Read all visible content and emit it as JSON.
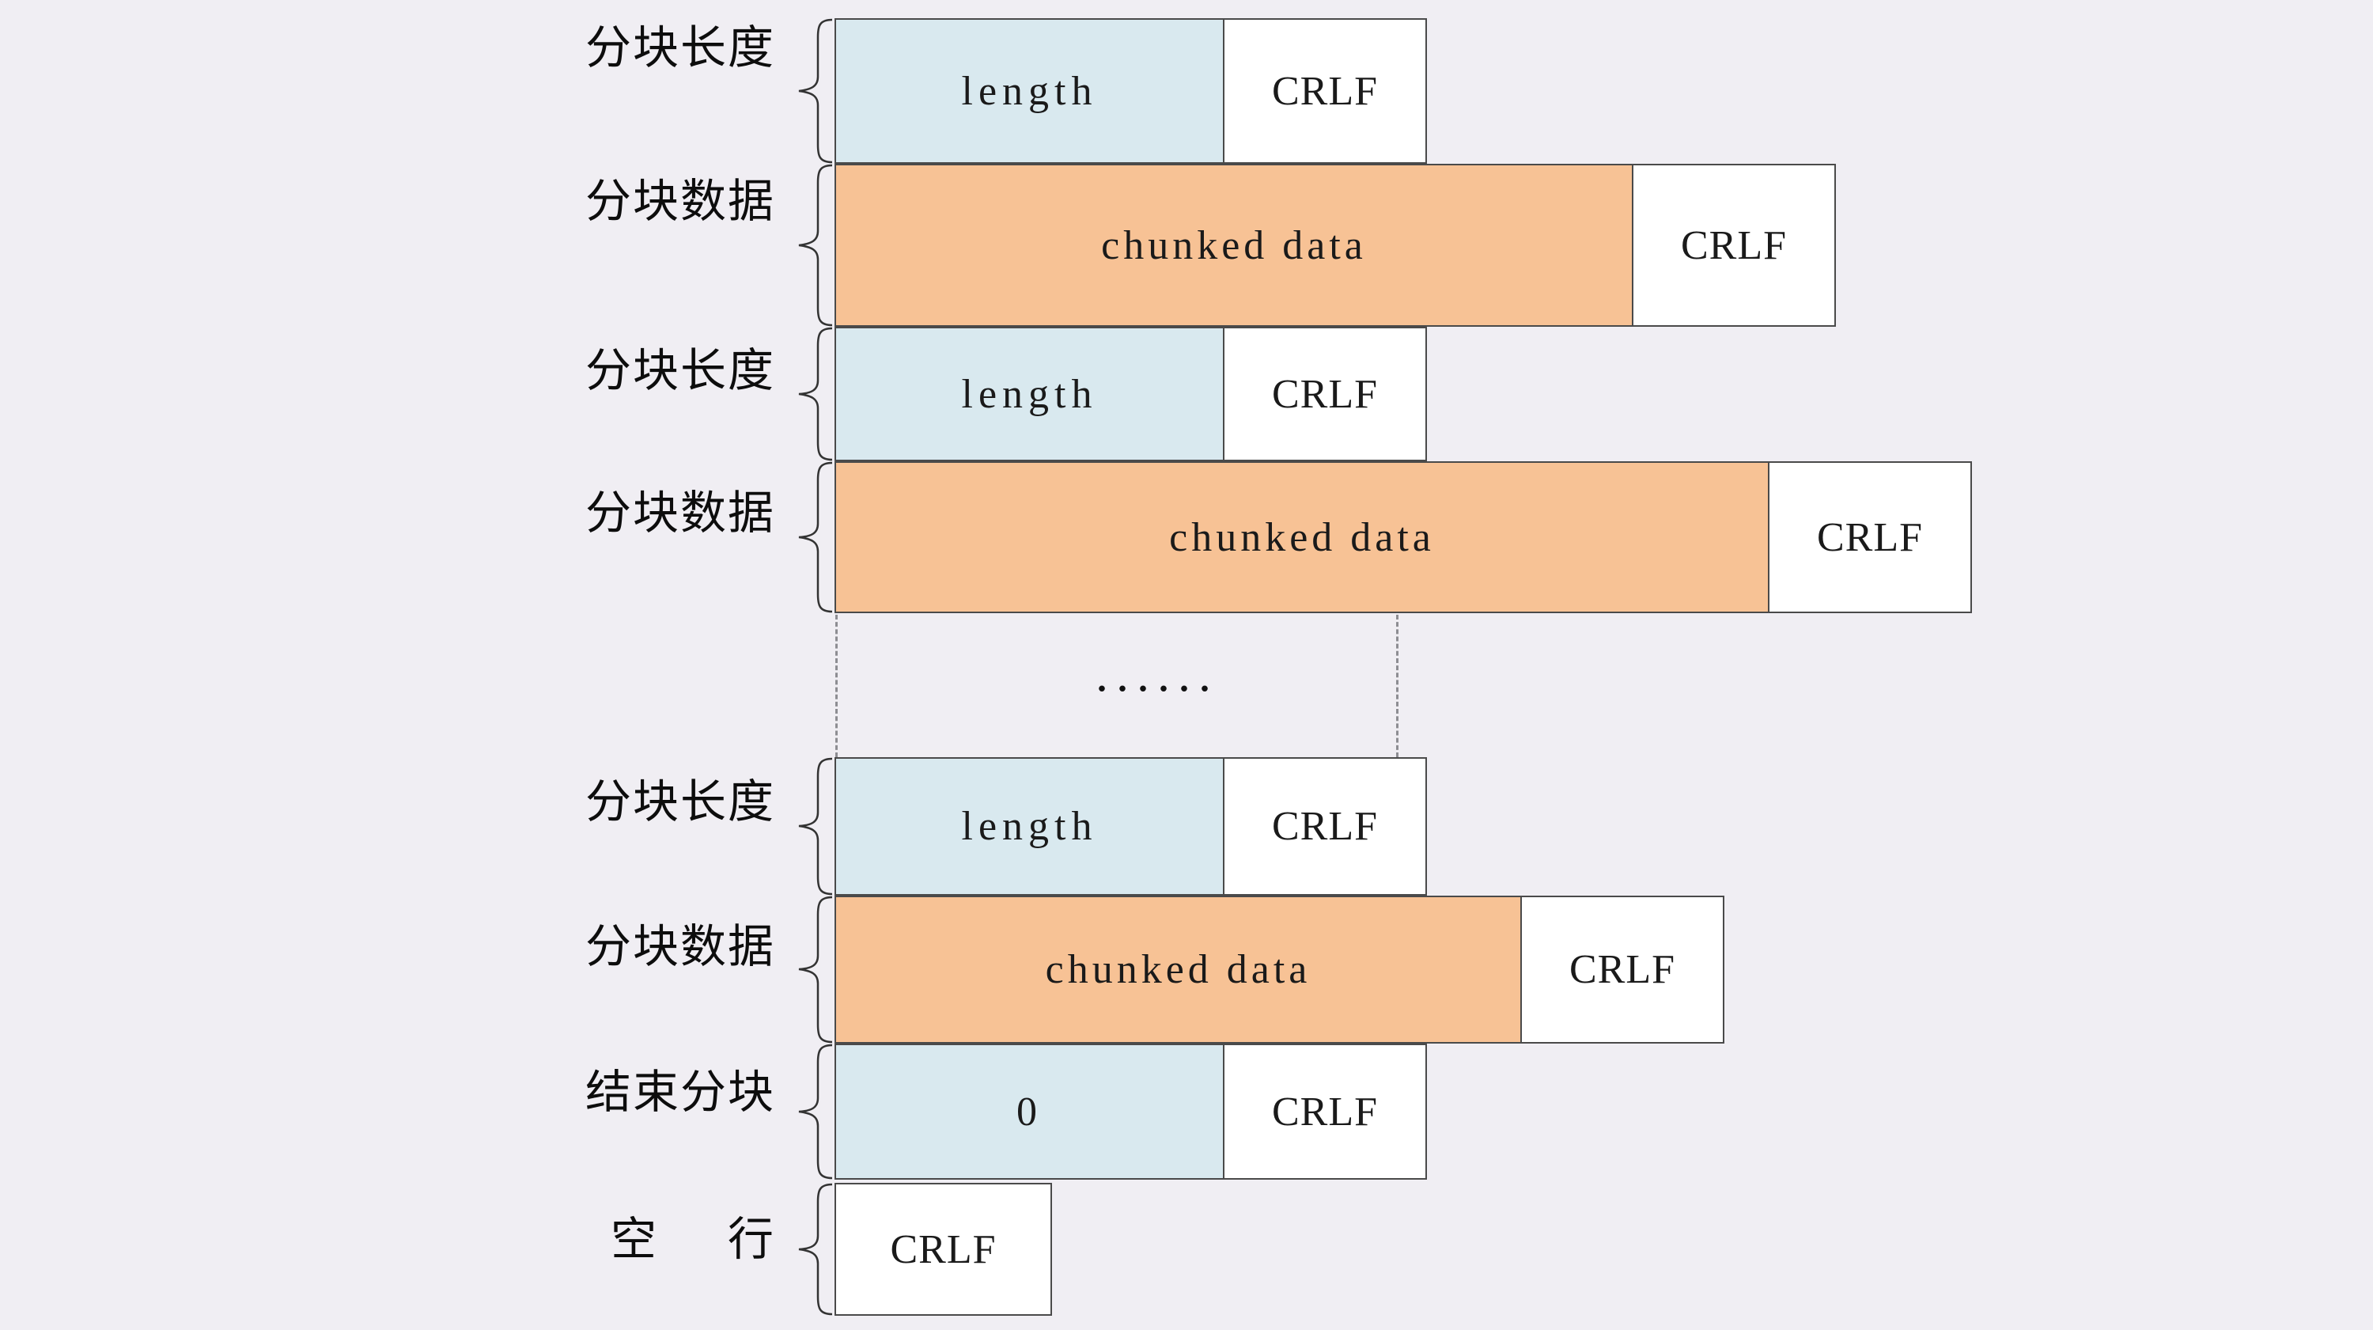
{
  "diagram": {
    "title": "HTTP chunked transfer encoding message body structure",
    "background_color": "#F0EEF3",
    "colors": {
      "length_fill": "#D9E9EF",
      "data_fill": "#F7C295",
      "crlf_fill": "#FFFFFF",
      "border": "#4a4a4a",
      "dashed_line": "#8d8d92"
    },
    "ellipsis": "......",
    "labels": {
      "chunk_length": "分块长度",
      "chunk_data": "分块数据",
      "last_chunk": "结束分块",
      "empty_line_1": "空",
      "empty_line_2": "行"
    },
    "cells": {
      "length": "length",
      "chunked_data": "chunked data",
      "crlf": "CRLF",
      "zero": "0"
    },
    "rows": [
      {
        "label": "分块长度",
        "main": "length",
        "main_kind": "length",
        "crlf": "CRLF"
      },
      {
        "label": "分块数据",
        "main": "chunked data",
        "main_kind": "data",
        "crlf": "CRLF"
      },
      {
        "label": "分块长度",
        "main": "length",
        "main_kind": "length",
        "crlf": "CRLF"
      },
      {
        "label": "分块数据",
        "main": "chunked data",
        "main_kind": "data",
        "crlf": "CRLF"
      },
      {
        "label": "分块长度",
        "main": "length",
        "main_kind": "length",
        "crlf": "CRLF"
      },
      {
        "label": "分块数据",
        "main": "chunked data",
        "main_kind": "data",
        "crlf": "CRLF"
      },
      {
        "label": "结束分块",
        "main": "0",
        "main_kind": "length",
        "crlf": "CRLF"
      },
      {
        "label": "空    行",
        "main": null,
        "main_kind": null,
        "crlf": "CRLF"
      }
    ]
  }
}
